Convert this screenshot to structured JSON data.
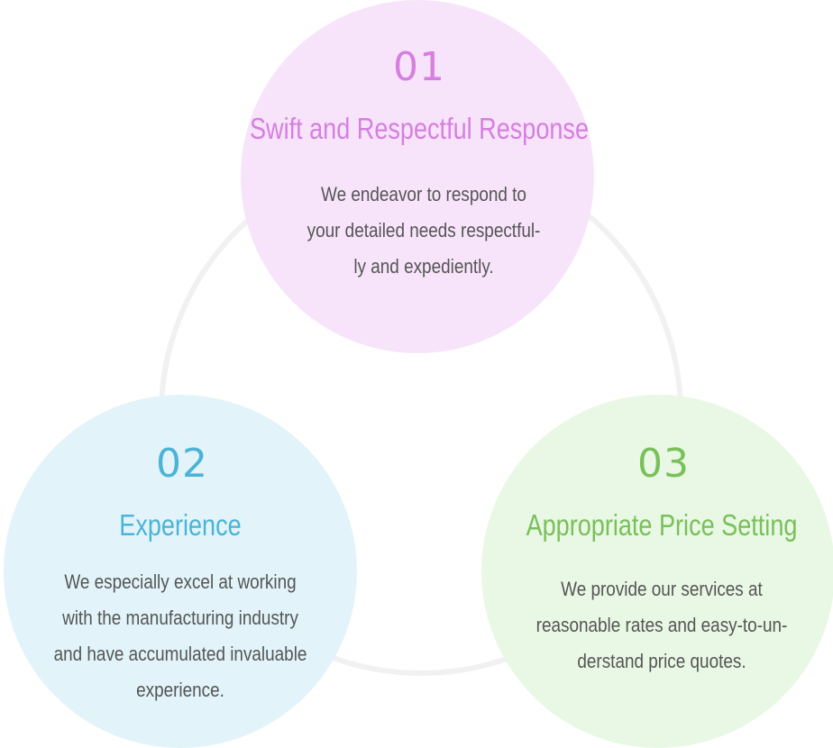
{
  "steps": [
    {
      "number": "01",
      "title": "Swift and Respectful Response",
      "description_lines": [
        "We endeavor to respond to",
        "your detailed needs respectful-",
        "ly and expediently."
      ]
    },
    {
      "number": "02",
      "title": "Experience",
      "description_lines": [
        "We especially excel at working",
        "with the manufacturing industry",
        "and have accumulated invaluable",
        "experience."
      ]
    },
    {
      "number": "03",
      "title": "Appropriate Price Setting",
      "description_lines": [
        "We provide our services at",
        "reasonable rates and easy-to-un-",
        "derstand price quotes."
      ]
    }
  ],
  "colors": {
    "step1_accent": "#d67fe0",
    "step1_fill": "#f7e4fa",
    "step2_accent": "#4bb4d6",
    "step2_fill": "#e2f4fa",
    "step3_accent": "#79c05a",
    "step3_fill": "#e9f8e4",
    "ring": "#f1f1f1",
    "body_text": "#555555"
  }
}
